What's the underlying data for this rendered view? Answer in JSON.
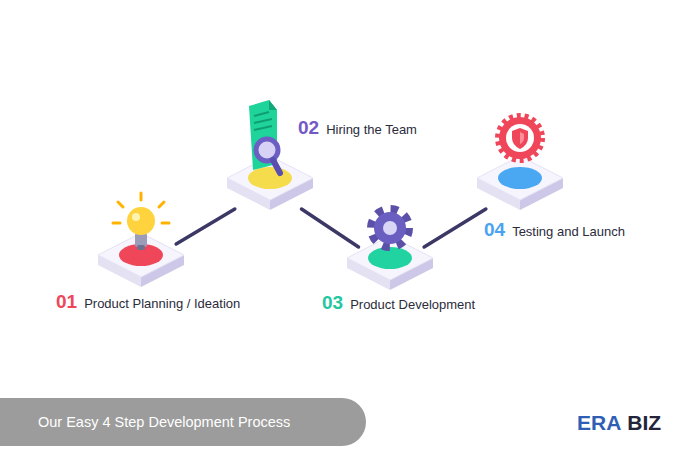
{
  "diagram": {
    "nodes": [
      {
        "text": [
          "01",
          "Product Planning / Ideation"
        ]
      },
      {
        "text": [
          "02",
          "Hiring the Team"
        ]
      },
      {
        "text": [
          "03",
          "Product Development"
        ]
      },
      {
        "text": [
          "04",
          "Testing and Launch"
        ]
      },
      {
        "text": [
          "Our Easy 4 Step Development Process"
        ]
      }
    ],
    "edges": [
      {
        "from": 0,
        "to": 1,
        "arrow": "none"
      },
      {
        "from": 1,
        "to": 2,
        "arrow": "none"
      },
      {
        "from": 2,
        "to": 3,
        "arrow": "none"
      }
    ],
    "labels": [
      "ERA",
      "BIZ"
    ]
  }
}
